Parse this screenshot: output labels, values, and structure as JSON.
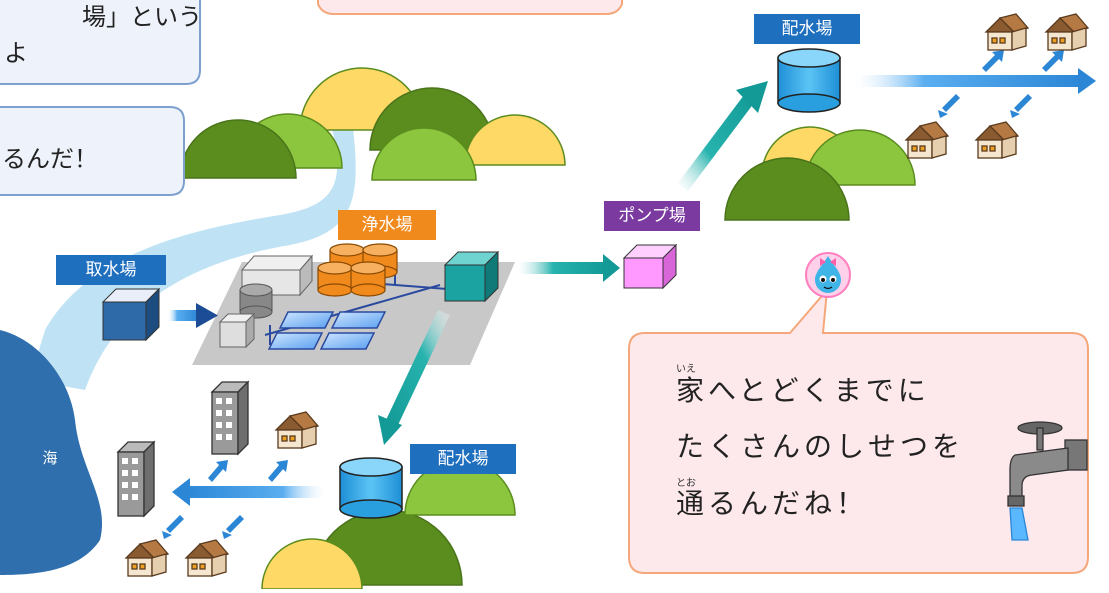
{
  "labels": {
    "intake": "取水場",
    "purification": "浄水場",
    "pump": "ポンプ場",
    "distribution_top": "配水場",
    "distribution_bottom": "配水場",
    "sea": "海"
  },
  "bubble_top_left_1": {
    "line1": "場」という",
    "line2": "よ"
  },
  "bubble_top_left_2": {
    "line1": "るんだ！"
  },
  "bubble_main": {
    "line1": "家へとどくまでに",
    "line1_ruby": "いえ",
    "line2": "たくさんのしせつを",
    "line3": "通るんだね！",
    "line3_ruby": "とお"
  },
  "colors": {
    "label_blue": "#1f6fbf",
    "label_orange": "#f08a1c",
    "label_purple": "#7a3aa0",
    "arrow_teal": "#1aa3a0",
    "arrow_blue": "#2b86d6",
    "river": "#bfe3f5",
    "sea": "#2f6fad",
    "hill_dark": "#5b8c1e",
    "hill_light": "#8cc63e",
    "hill_yellow": "#ffd966",
    "bubble_fill": "#fde9ec",
    "bubble_border": "#f4a77a"
  }
}
